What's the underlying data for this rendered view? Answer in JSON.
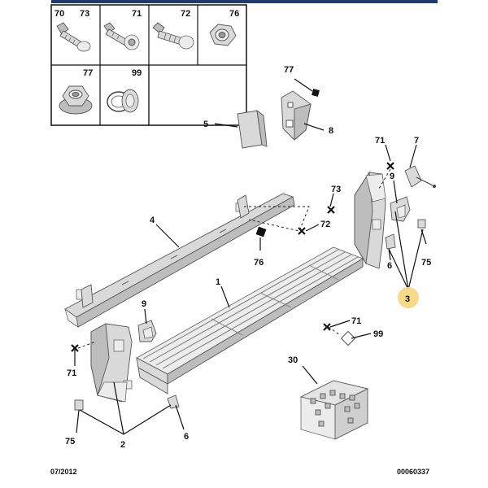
{
  "hardware_grid": {
    "cells": [
      "70",
      "73",
      "71",
      "72",
      "76",
      "77",
      "99"
    ]
  },
  "callouts": {
    "c77": "77",
    "c5": "5",
    "c8": "8",
    "c71a": "71",
    "c7": "7",
    "c73": "73",
    "c9a": "9",
    "c4": "4",
    "c72": "72",
    "c76": "76",
    "c75a": "75",
    "c6a": "6",
    "c1": "1",
    "c3": "3",
    "c9b": "9",
    "c71b": "71",
    "c99": "99",
    "c71c": "71",
    "c30": "30",
    "c75b": "75",
    "c2": "2",
    "c6b": "6"
  },
  "footer": {
    "date": "07/2012",
    "ref": "00060337"
  },
  "colors": {
    "header_bar": "#1f3a6e",
    "highlight_badge": "#f7d98b",
    "marker": "#111111"
  }
}
